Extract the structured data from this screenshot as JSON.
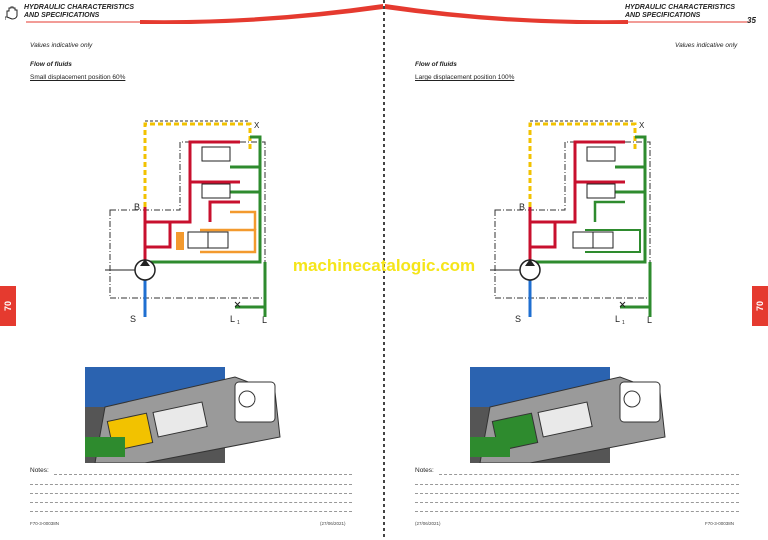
{
  "left": {
    "header": {
      "line1": "HYDRAULIC CHARACTERISTICS",
      "line2": "AND SPECIFICATIONS"
    },
    "note": "Values indicative only",
    "flow_title": "Flow of fluids",
    "position": "Small displacement position 60%",
    "tab": "70",
    "ports": {
      "s": "S",
      "l1": "L",
      "l1_sub": "1",
      "l": "L",
      "b": "B",
      "x": "X"
    },
    "notes_label": "Notes:",
    "footer_code": "F70-3-00038N",
    "footer_date": "(27/06/2021)"
  },
  "right": {
    "header": {
      "line1": "HYDRAULIC CHARACTERISTICS",
      "line2": "AND SPECIFICATIONS"
    },
    "page_number": "35",
    "note": "Values indicative only",
    "flow_title": "Flow of fluids",
    "position": "Large displacement position 100%",
    "tab": "70",
    "ports": {
      "s": "S",
      "l1": "L",
      "l1_sub": "1",
      "l": "L",
      "b": "B",
      "x": "X"
    },
    "notes_label": "Notes:",
    "footer_date": "(27/06/2021)",
    "footer_code": "F70-3-00038N"
  },
  "watermark": "machinecatalogic.com",
  "colors": {
    "red": "#c8102e",
    "green": "#2e8b2e",
    "blue": "#1f6fd1",
    "yellow": "#f2c200",
    "orange": "#f39a2e",
    "tab": "#e53a2f",
    "body_blue": "#2b63b0"
  }
}
